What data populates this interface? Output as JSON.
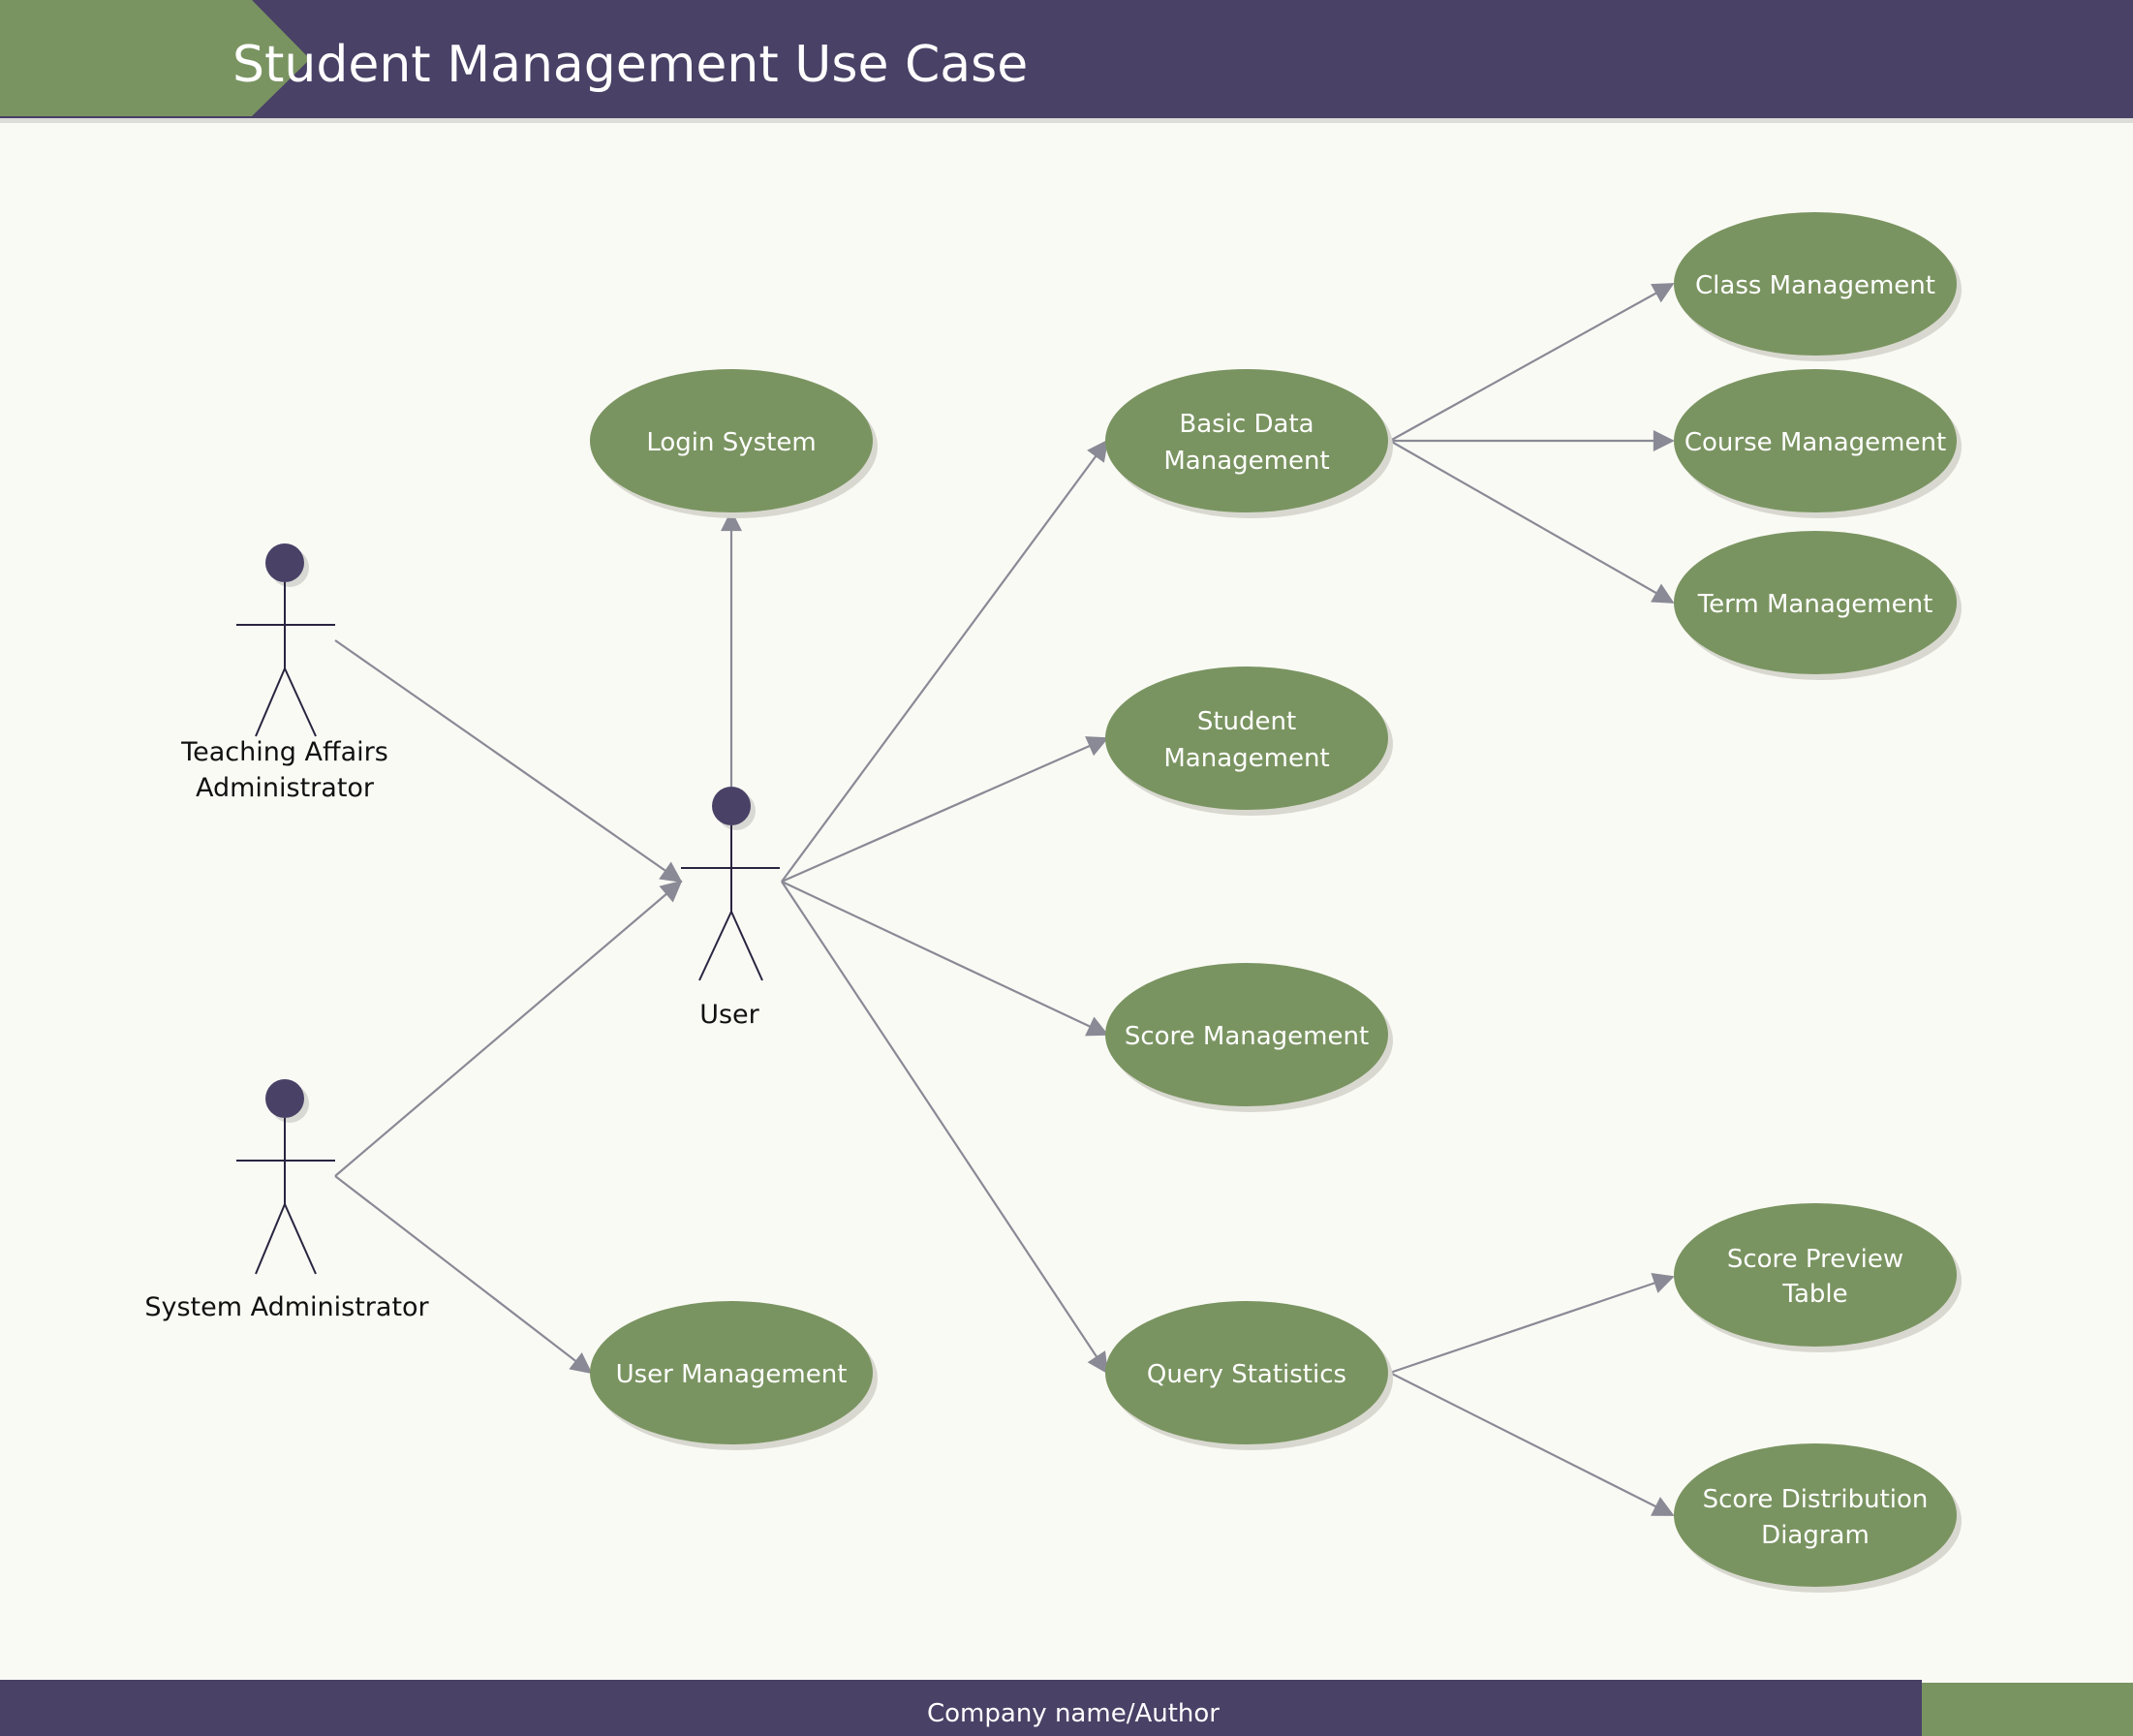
{
  "title": "Student Management Use Case",
  "footer": "Company name/Author",
  "colors": {
    "header_bar": "#494166",
    "header_accent": "#7a9461",
    "use_case_fill": "#7a9461",
    "actor_head": "#494166",
    "edge": "#8a8a96",
    "background": "#fafaf5"
  },
  "actors": {
    "teaching": {
      "line1": "Teaching Affairs",
      "line2": "Administrator"
    },
    "system": {
      "line1": "System Administrator"
    },
    "user": {
      "line1": "User"
    }
  },
  "use_cases": {
    "login": {
      "line1": "Login System"
    },
    "user_mgmt": {
      "line1": "User Management"
    },
    "basic_data": {
      "line1": "Basic Data",
      "line2": "Management"
    },
    "student": {
      "line1": "Student",
      "line2": "Management"
    },
    "score": {
      "line1": "Score Management"
    },
    "query": {
      "line1": "Query Statistics"
    },
    "class_mgmt": {
      "line1": "Class Management"
    },
    "course": {
      "line1": "Course Management"
    },
    "term": {
      "line1": "Term Management"
    },
    "preview": {
      "line1": "Score Preview",
      "line2": "Table"
    },
    "distribution": {
      "line1": "Score Distribution",
      "line2": "Diagram"
    }
  }
}
